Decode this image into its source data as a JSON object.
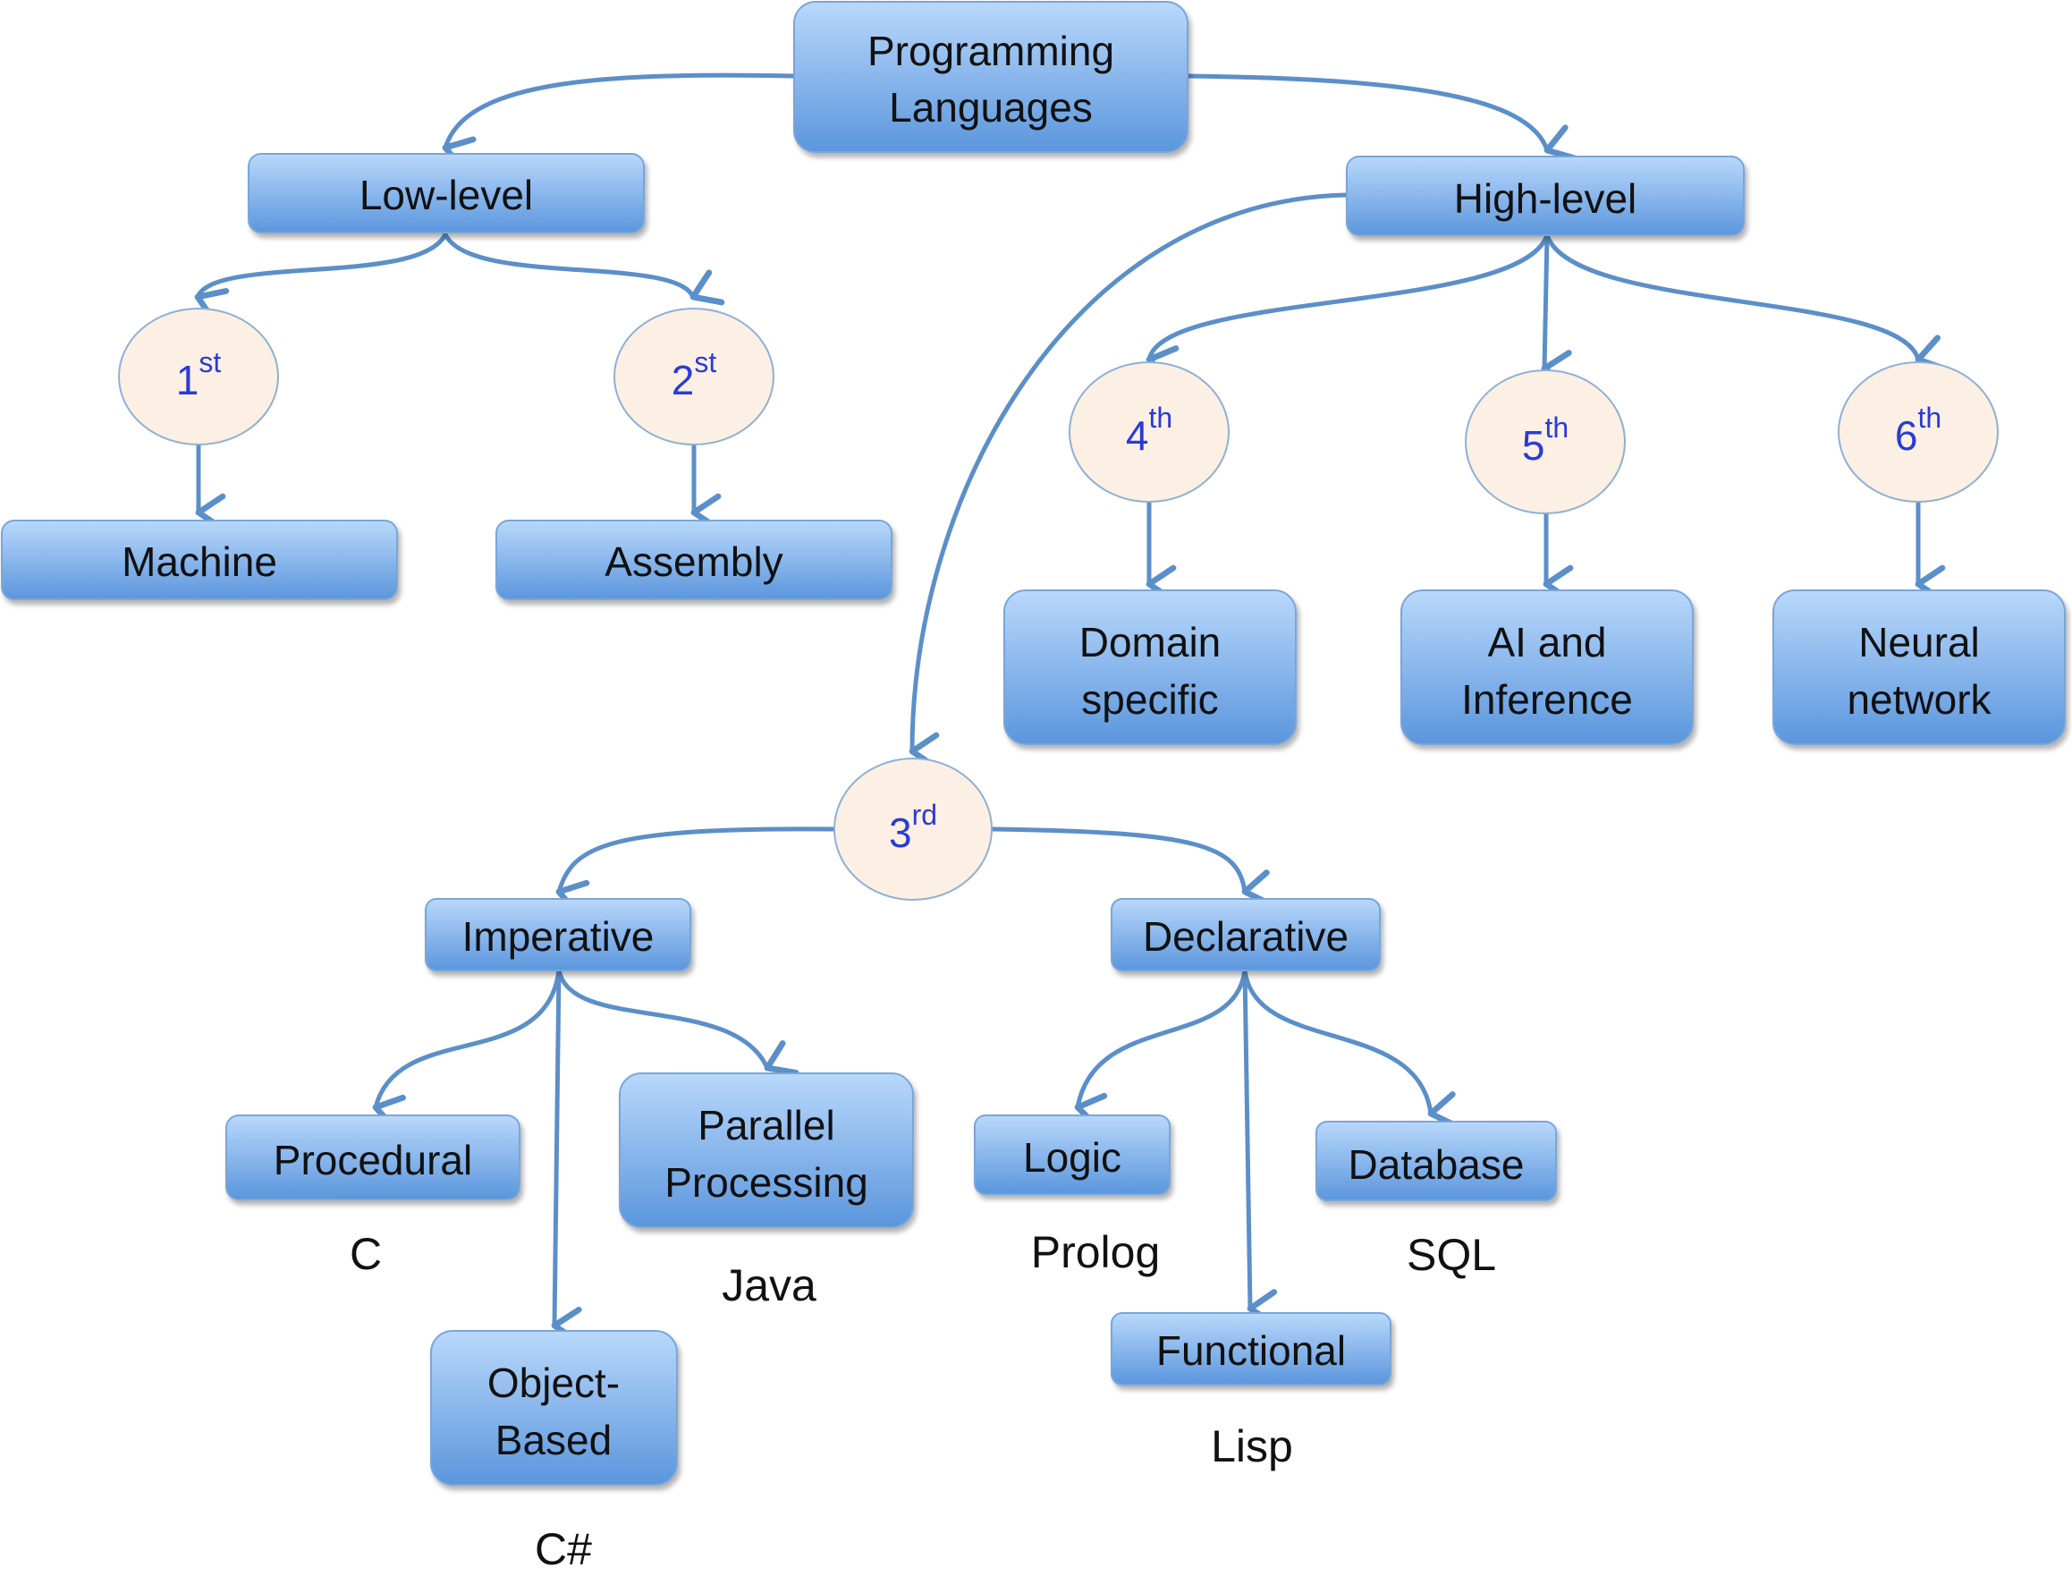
{
  "colors": {
    "box_top": "#b9d8fb",
    "box_bottom": "#5b96dd",
    "box_border": "#7aa6d8",
    "circle_fill": "#fbf0e3",
    "circle_border": "#8fb0d6",
    "arrow": "#5b8fc9",
    "generation_text": "#2a3bd6",
    "label_text": "#111111"
  },
  "root": {
    "lines": [
      "Programming",
      "Languages"
    ]
  },
  "categories": {
    "low_level": "Low-level",
    "high_level": "High-level"
  },
  "generations": {
    "g1": {
      "num": "1",
      "sup": "st"
    },
    "g2": {
      "num": "2",
      "sup": "st"
    },
    "g3": {
      "num": "3",
      "sup": "rd"
    },
    "g4": {
      "num": "4",
      "sup": "th"
    },
    "g5": {
      "num": "5",
      "sup": "th"
    },
    "g6": {
      "num": "6",
      "sup": "th"
    }
  },
  "languages": {
    "machine": "Machine",
    "assembly": "Assembly",
    "domain_specific": [
      "Domain",
      "specific"
    ],
    "ai_inference": [
      "AI and",
      "Inference"
    ],
    "neural_network": [
      "Neural",
      "network"
    ]
  },
  "paradigms": {
    "imperative": "Imperative",
    "declarative": "Declarative",
    "procedural": "Procedural",
    "object_based": [
      "Object-",
      "Based"
    ],
    "parallel_processing": [
      "Parallel",
      "Processing"
    ],
    "logic": "Logic",
    "functional": "Functional",
    "database": "Database"
  },
  "examples": {
    "c": "C",
    "csharp": "C#",
    "java": "Java",
    "prolog": "Prolog",
    "lisp": "Lisp",
    "sql": "SQL"
  }
}
